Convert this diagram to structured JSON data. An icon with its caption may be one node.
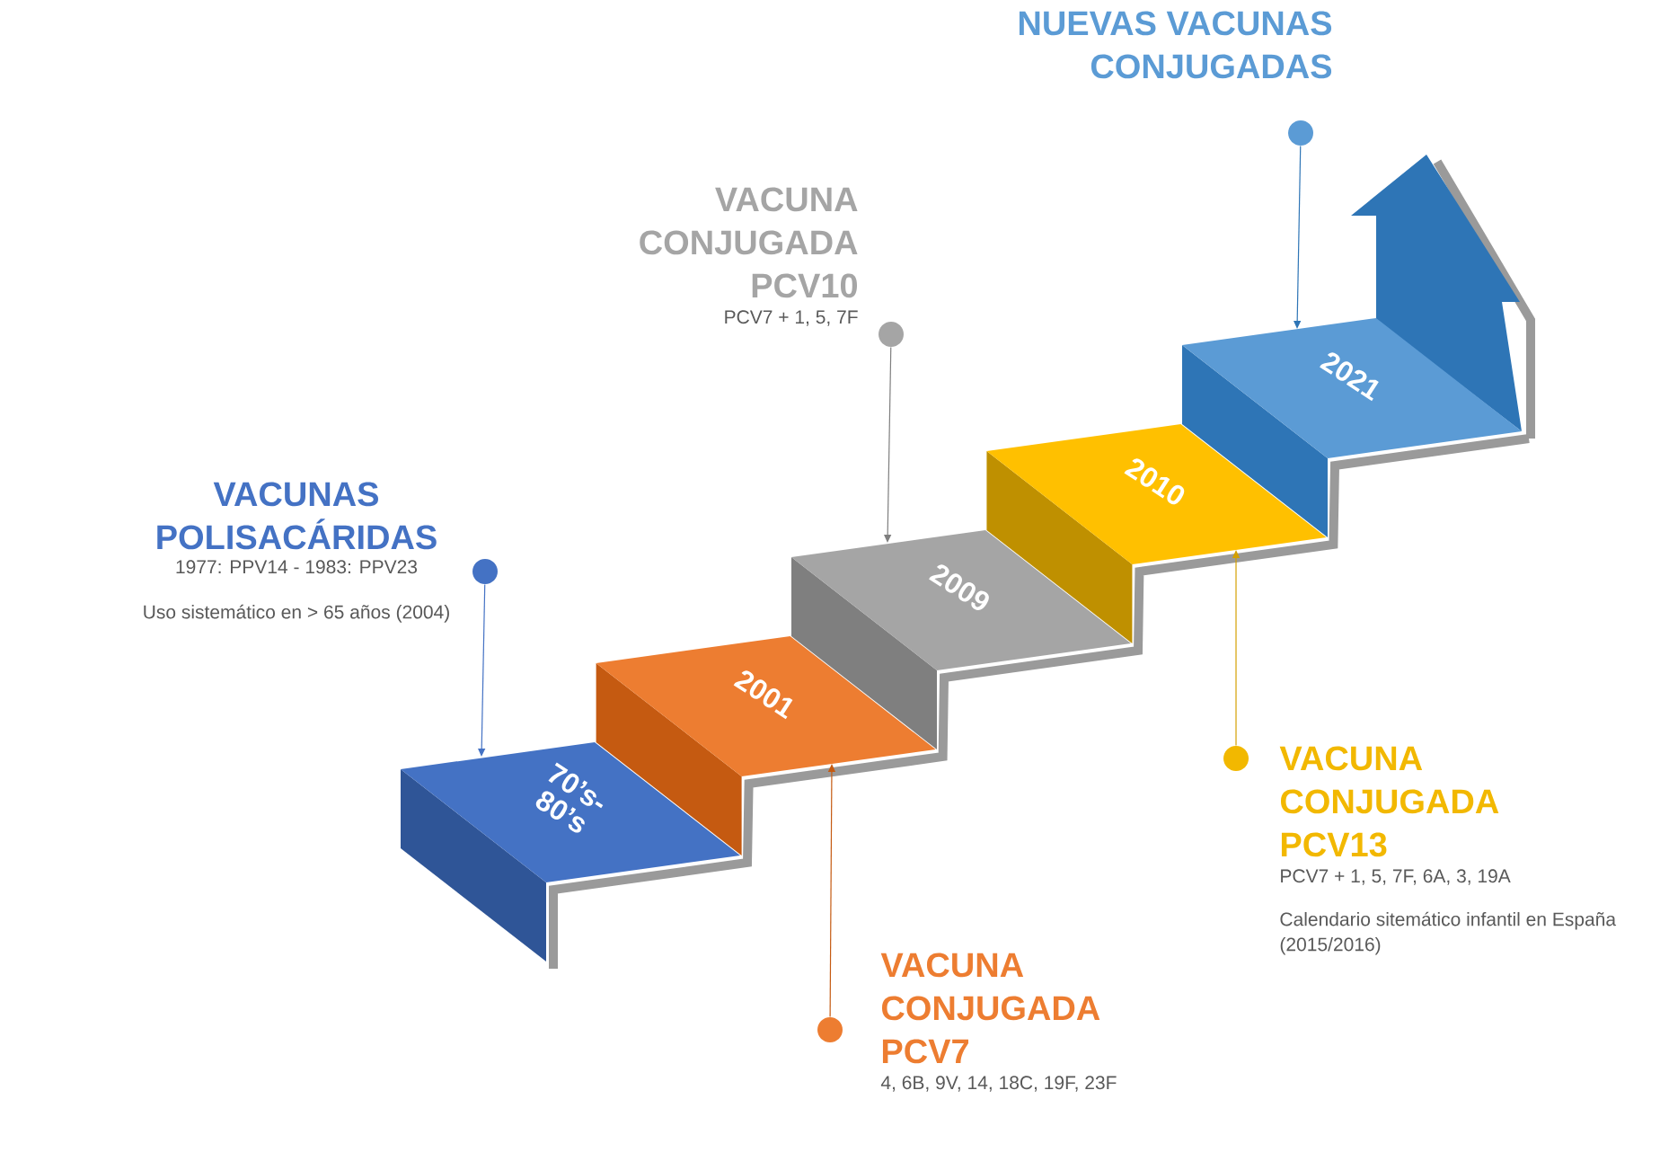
{
  "diagram": {
    "nodes": [
      {
        "text": [
          "VACUNAS POLISACÁRIDAS",
          "1977: PPV14 - 1983: PPV23",
          "Uso sistemático en > 65 años (2004)"
        ]
      },
      {
        "text": [],
        "shape": "circle"
      },
      {
        "text": [
          "VACUNA CONJUGADA PCV10",
          "PCV7 + 1, 5, 7F"
        ]
      },
      {
        "text": [],
        "shape": "circle"
      },
      {
        "text": [
          "NUEVAS VACUNAS CONJUGADAS"
        ]
      },
      {
        "text": [],
        "shape": "circle"
      },
      {
        "text": [
          "70’s- 80’s"
        ]
      },
      {
        "text": [
          "2001"
        ]
      },
      {
        "text": [
          "2009"
        ]
      },
      {
        "text": [
          "2010"
        ]
      },
      {
        "text": [
          "2021"
        ]
      },
      {
        "text": [],
        "shape": "circle"
      },
      {
        "text": [
          "VACUNA CONJUGADA PCV7",
          "4, 6B, 9V, 14, 18C, 19F, 23F"
        ]
      },
      {
        "text": [],
        "shape": "circle"
      },
      {
        "text": [
          "VACUNA CONJUGADA PCV13",
          "PCV7 + 1, 5, 7F, 6A, 3, 19A",
          "Calendario sitemático infantil en España (2015/2016)"
        ]
      }
    ],
    "edges": [
      {
        "from": 1,
        "to": 6,
        "arrow": "to",
        "color": "#4472c4"
      },
      {
        "from": 3,
        "to": 8,
        "arrow": "to",
        "color": "#7f7f7f"
      },
      {
        "from": 5,
        "to": 10,
        "arrow": "to",
        "color": "#2e75b6"
      },
      {
        "from": 11,
        "to": 7,
        "arrow": "to",
        "color": "#c55a11"
      },
      {
        "from": 13,
        "to": 9,
        "arrow": "to",
        "color": "#d4a000"
      }
    ]
  }
}
